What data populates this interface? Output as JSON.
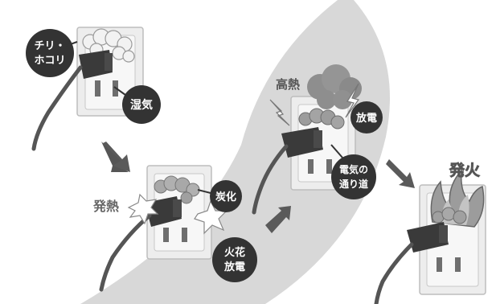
{
  "labels": {
    "dust": "チリ・",
    "dust2": "ホコリ",
    "moisture": "湿気",
    "heat_generation": "発熱",
    "carbonization": "炭化",
    "spark": "火花",
    "spark2": "放電",
    "high_heat": "高熱",
    "discharge": "放電",
    "path1": "電気の",
    "path2": "通り道",
    "ignition": "発火"
  }
}
